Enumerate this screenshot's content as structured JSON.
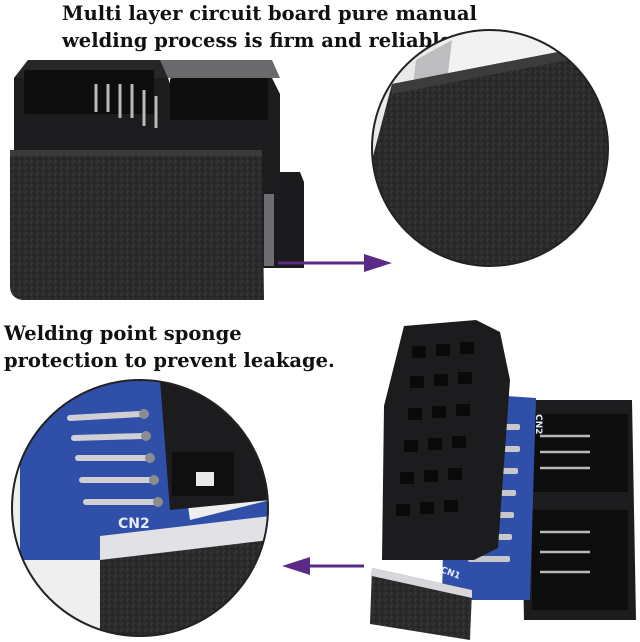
{
  "captions": {
    "top_line1": "Multi layer circuit board pure manual",
    "top_line2": "welding process is firm and reliable",
    "mid_line1": "Welding point sponge",
    "mid_line2": "protection to prevent leakage."
  },
  "pcb_labels": {
    "zoom_label": "CN2",
    "adapter_label_cn1": "CN1",
    "adapter_label_cn2": "CN2"
  },
  "colors": {
    "plastic": "#1c1c1e",
    "sponge": "#2a2a2a",
    "pcb": "#2f4fa8",
    "arrow": "#5b2a86",
    "pin": "#b9b9b9"
  }
}
